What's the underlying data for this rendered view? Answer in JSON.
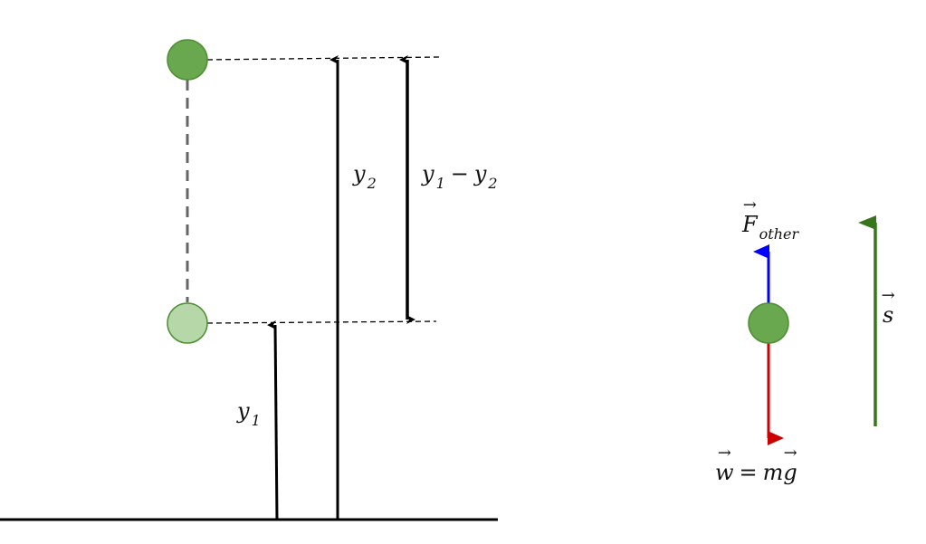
{
  "labels": {
    "y2": {
      "base": "y",
      "sub": "2"
    },
    "diff": {
      "a": "y",
      "a_sub": "1",
      "op": "−",
      "b": "y",
      "b_sub": "2"
    },
    "y1": {
      "base": "y",
      "sub": "1"
    },
    "f_other": {
      "base": "F",
      "sub": "other"
    },
    "weight": {
      "lhs": "w",
      "op": "=",
      "m": "m",
      "g": "g"
    },
    "displacement": "s"
  },
  "colors": {
    "ball_dark": "#6aa84f",
    "ball_light": "#b6d7a8",
    "ball_stroke": "#4e8f34",
    "f_other_arrow": "#0000ff",
    "weight_arrow": "#cc0000",
    "displacement_arrow": "#38761d"
  }
}
